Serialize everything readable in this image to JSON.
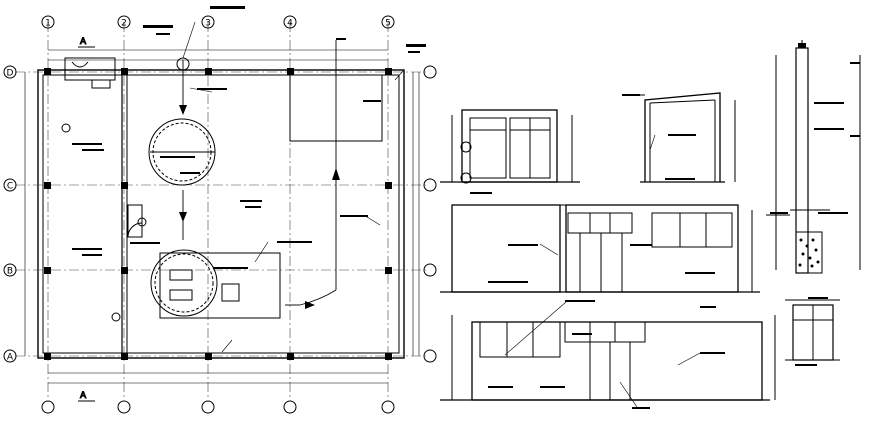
{
  "drawing": {
    "grid_bubbles_columns": [
      "1",
      "2",
      "3",
      "4",
      "5"
    ],
    "grid_bubbles_rows": [
      "D",
      "C",
      "B",
      "A"
    ],
    "section_marker_top": "A",
    "section_marker_bottom": "A"
  }
}
